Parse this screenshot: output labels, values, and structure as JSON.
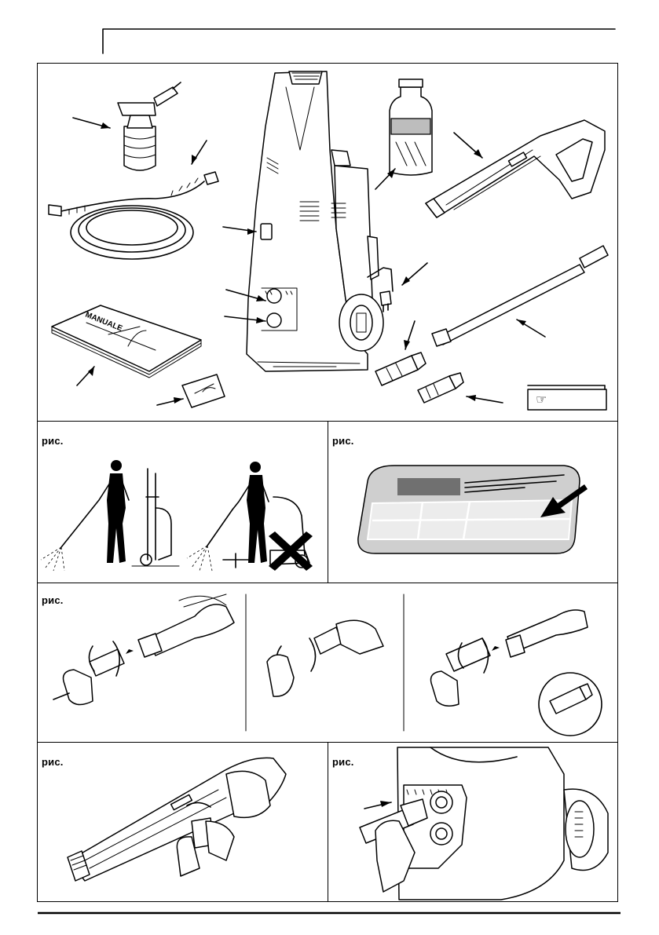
{
  "figure_labels": {
    "fig2": "рис.",
    "fig3": "рис.",
    "fig4": "рис.",
    "fig5": "рис.",
    "fig6": "рис."
  },
  "manual_cover_text": "MANUALE",
  "icons": {
    "reference": "pointing-hand-icon"
  }
}
